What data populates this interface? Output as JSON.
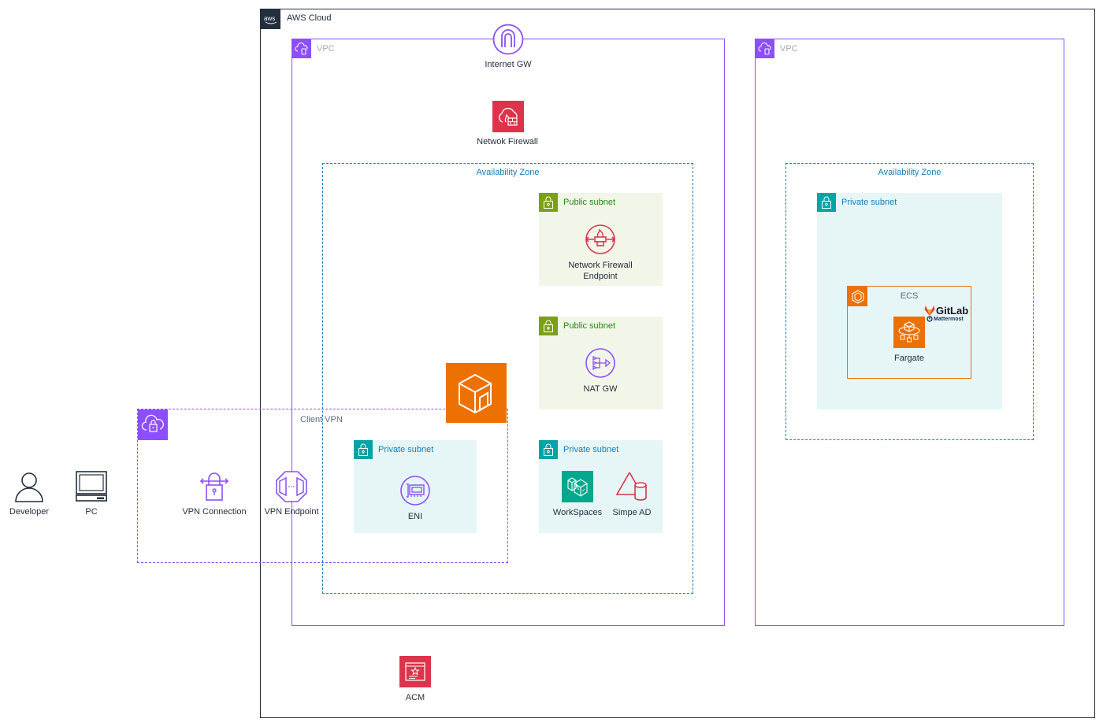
{
  "diagram": {
    "aws_cloud": {
      "label": "AWS Cloud",
      "icon": "aws-logo-icon"
    },
    "vpc_left": {
      "label": "VPC",
      "internet_gateway": {
        "label": "Internet GW",
        "icon": "internet-gateway-icon"
      },
      "network_firewall": {
        "label": "Netwok Firewall",
        "icon": "network-firewall-icon"
      },
      "availability_zone": {
        "label": "Availability Zone",
        "public_subnet_1": {
          "label": "Public subnet",
          "service": {
            "label_line1": "Network Firewall",
            "label_line2": "Endpoint",
            "icon": "firewall-endpoint-icon"
          }
        },
        "public_subnet_2": {
          "label": "Public subnet",
          "service": {
            "label": "NAT GW",
            "icon": "nat-gateway-icon"
          }
        },
        "private_subnet_eni": {
          "label": "Private subnet",
          "service": {
            "label": "ENI",
            "icon": "eni-icon"
          }
        },
        "private_subnet_ws": {
          "label": "Private subnet",
          "services": [
            {
              "label": "WorkSpaces",
              "icon": "workspaces-icon"
            },
            {
              "label": "Simpe AD",
              "icon": "simple-ad-icon"
            }
          ]
        }
      }
    },
    "client_vpn": {
      "label": "Client VPN",
      "vpn_connection": {
        "label": "VPN Connection",
        "icon": "vpn-connection-icon"
      },
      "vpn_endpoint": {
        "label": "VPN Endpoint",
        "icon": "vpn-endpoint-icon"
      }
    },
    "vpc_right": {
      "label": "VPC",
      "availability_zone": {
        "label": "Availability Zone",
        "private_subnet": {
          "label": "Private subnet",
          "ecs": {
            "label": "ECS",
            "fargate": {
              "label": "Fargate"
            },
            "apps": [
              "GitLab",
              "Mattermost"
            ]
          }
        }
      }
    },
    "external": {
      "developer": {
        "label": "Developer",
        "icon": "user-icon"
      },
      "pc": {
        "label": "PC",
        "icon": "client-pc-icon"
      }
    },
    "acm": {
      "label": "ACM",
      "icon": "certificate-manager-icon"
    },
    "colors": {
      "vpc": "#8c4fff",
      "az": "#147eba",
      "public_subnet": "#7aa116",
      "private_subnet": "#00a4a6",
      "compute": "#ed7100",
      "security": "#dd344c",
      "networking": "#8c4fff",
      "aws_dark": "#232f3e"
    }
  }
}
